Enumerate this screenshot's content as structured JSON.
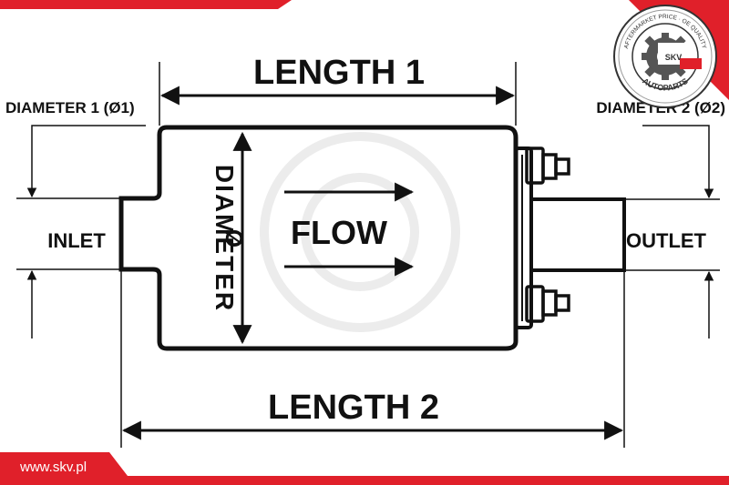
{
  "labels": {
    "length1": "LENGTH 1",
    "length2": "LENGTH 2",
    "diameter1": "DIAMETER 1 (Ø1)",
    "diameter2": "DIAMETER 2 (Ø2)",
    "diameter_vertical": "DIAMETER",
    "diameter_symbol": "Ø",
    "inlet": "INLET",
    "outlet": "OUTLET",
    "flow": "FLOW"
  },
  "footer": {
    "url": "www.skv.pl"
  },
  "logo": {
    "brand": "SKV",
    "ring_text": "AFTERMARKET PRICE · OE QUALITY",
    "bottom_text": "AUTOPARTS"
  },
  "colors": {
    "brand_red": "#e0202a",
    "line": "#111111",
    "watermark": "#e9e9e9"
  }
}
